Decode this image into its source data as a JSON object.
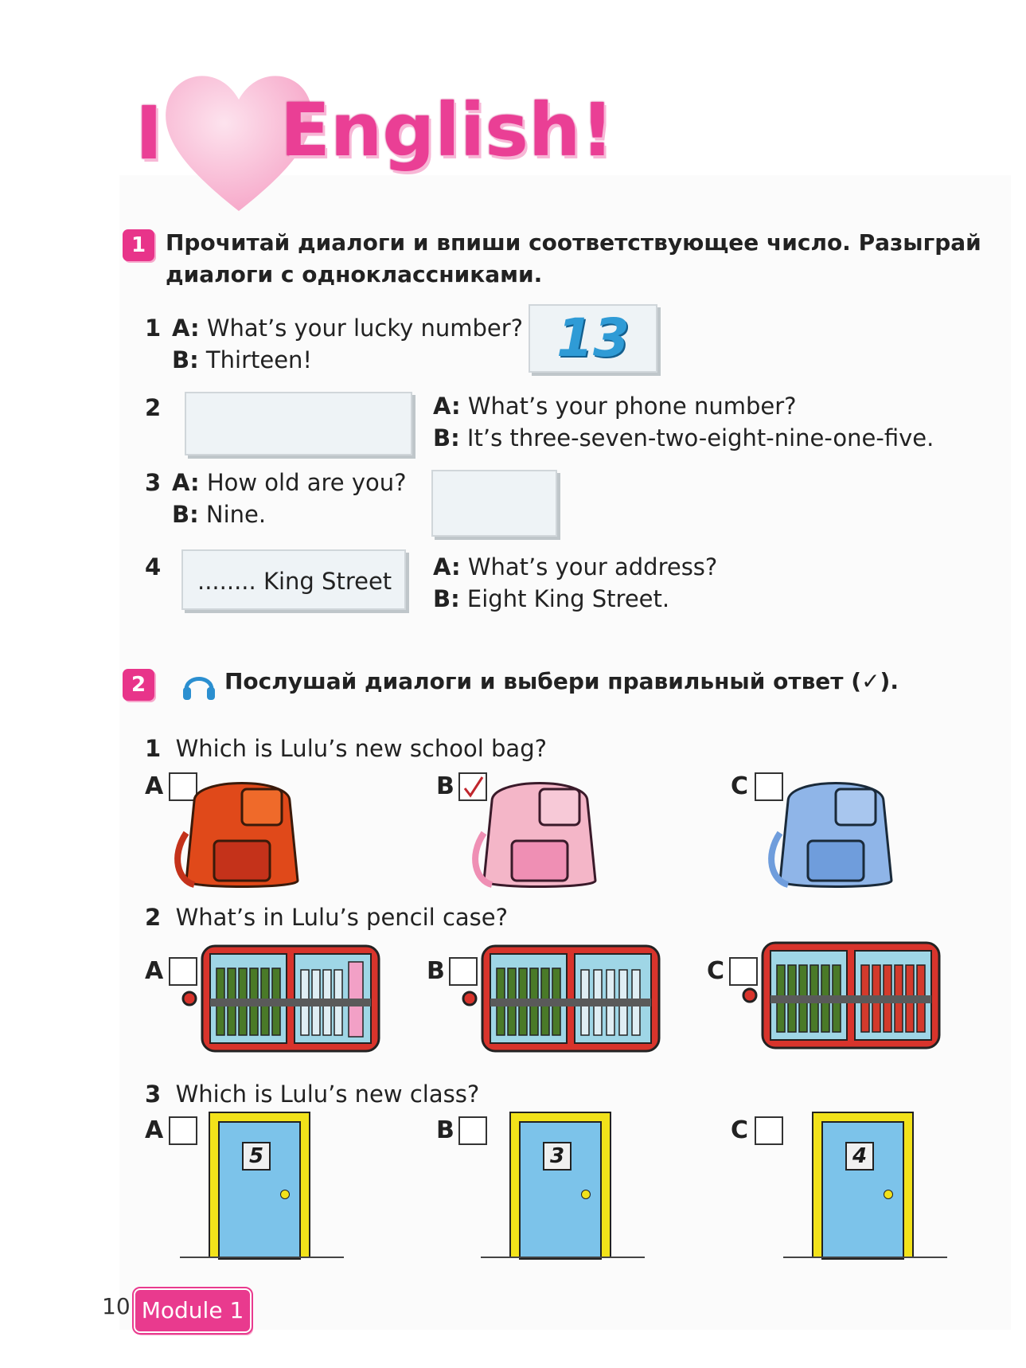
{
  "title": {
    "letter": "I",
    "word": "English!"
  },
  "exercise1": {
    "number": "1",
    "instruction_line1": "Прочитай диалоги и впиши соответствующее число. Разыграй",
    "instruction_line2": "диалоги с одноклассниками.",
    "items": [
      {
        "num": "1",
        "a_label": "A:",
        "a_text": "What’s your lucky number?",
        "b_label": "B:",
        "b_text": "Thirteen!",
        "box_value": "13"
      },
      {
        "num": "2",
        "a_label": "A:",
        "a_text": "What’s your phone number?",
        "b_label": "B:",
        "b_text": "It’s three-seven-two-eight-nine-one-five.",
        "box_value": ""
      },
      {
        "num": "3",
        "a_label": "A:",
        "a_text": "How old are you?",
        "b_label": "B:",
        "b_text": "Nine.",
        "box_value": ""
      },
      {
        "num": "4",
        "a_label": "A:",
        "a_text": "What’s your address?",
        "b_label": "B:",
        "b_text": "Eight King Street.",
        "box_value": "........ King Street"
      }
    ]
  },
  "exercise2": {
    "number": "2",
    "instruction": "Послушай диалоги и выбери правильный ответ (✓).",
    "icon": "headphones-icon",
    "questions": [
      {
        "num": "1",
        "text": "Which is Lulu’s new school bag?",
        "options": [
          {
            "label": "A",
            "checked": false,
            "color": "#e0491a"
          },
          {
            "label": "B",
            "checked": true,
            "color": "#f4b6c8"
          },
          {
            "label": "C",
            "checked": false,
            "color": "#8fb5e8"
          }
        ]
      },
      {
        "num": "2",
        "text": "What’s in Lulu’s pencil case?",
        "options": [
          {
            "label": "A",
            "checked": false
          },
          {
            "label": "B",
            "checked": false
          },
          {
            "label": "C",
            "checked": false
          }
        ]
      },
      {
        "num": "3",
        "text": "Which is Lulu’s new class?",
        "options": [
          {
            "label": "A",
            "checked": false,
            "door_number": "5"
          },
          {
            "label": "B",
            "checked": false,
            "door_number": "3"
          },
          {
            "label": "C",
            "checked": false,
            "door_number": "4"
          }
        ]
      }
    ]
  },
  "footer": {
    "page_number": "10",
    "module": "Module 1"
  },
  "colors": {
    "accent": "#e8348a",
    "box": "#eef3f6",
    "check": "#c0262d"
  }
}
